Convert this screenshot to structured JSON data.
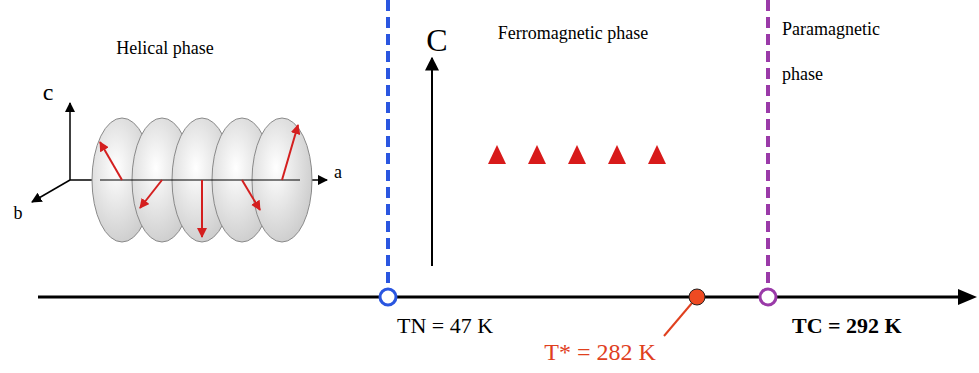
{
  "diagram": {
    "labels": [
      "Helical phase",
      "c",
      "a",
      "b",
      "Ferromagnetic phase",
      "C",
      "Paramagnetic phase",
      "TN = 47 K",
      "T* = 282 K",
      "TC = 292 K"
    ]
  }
}
